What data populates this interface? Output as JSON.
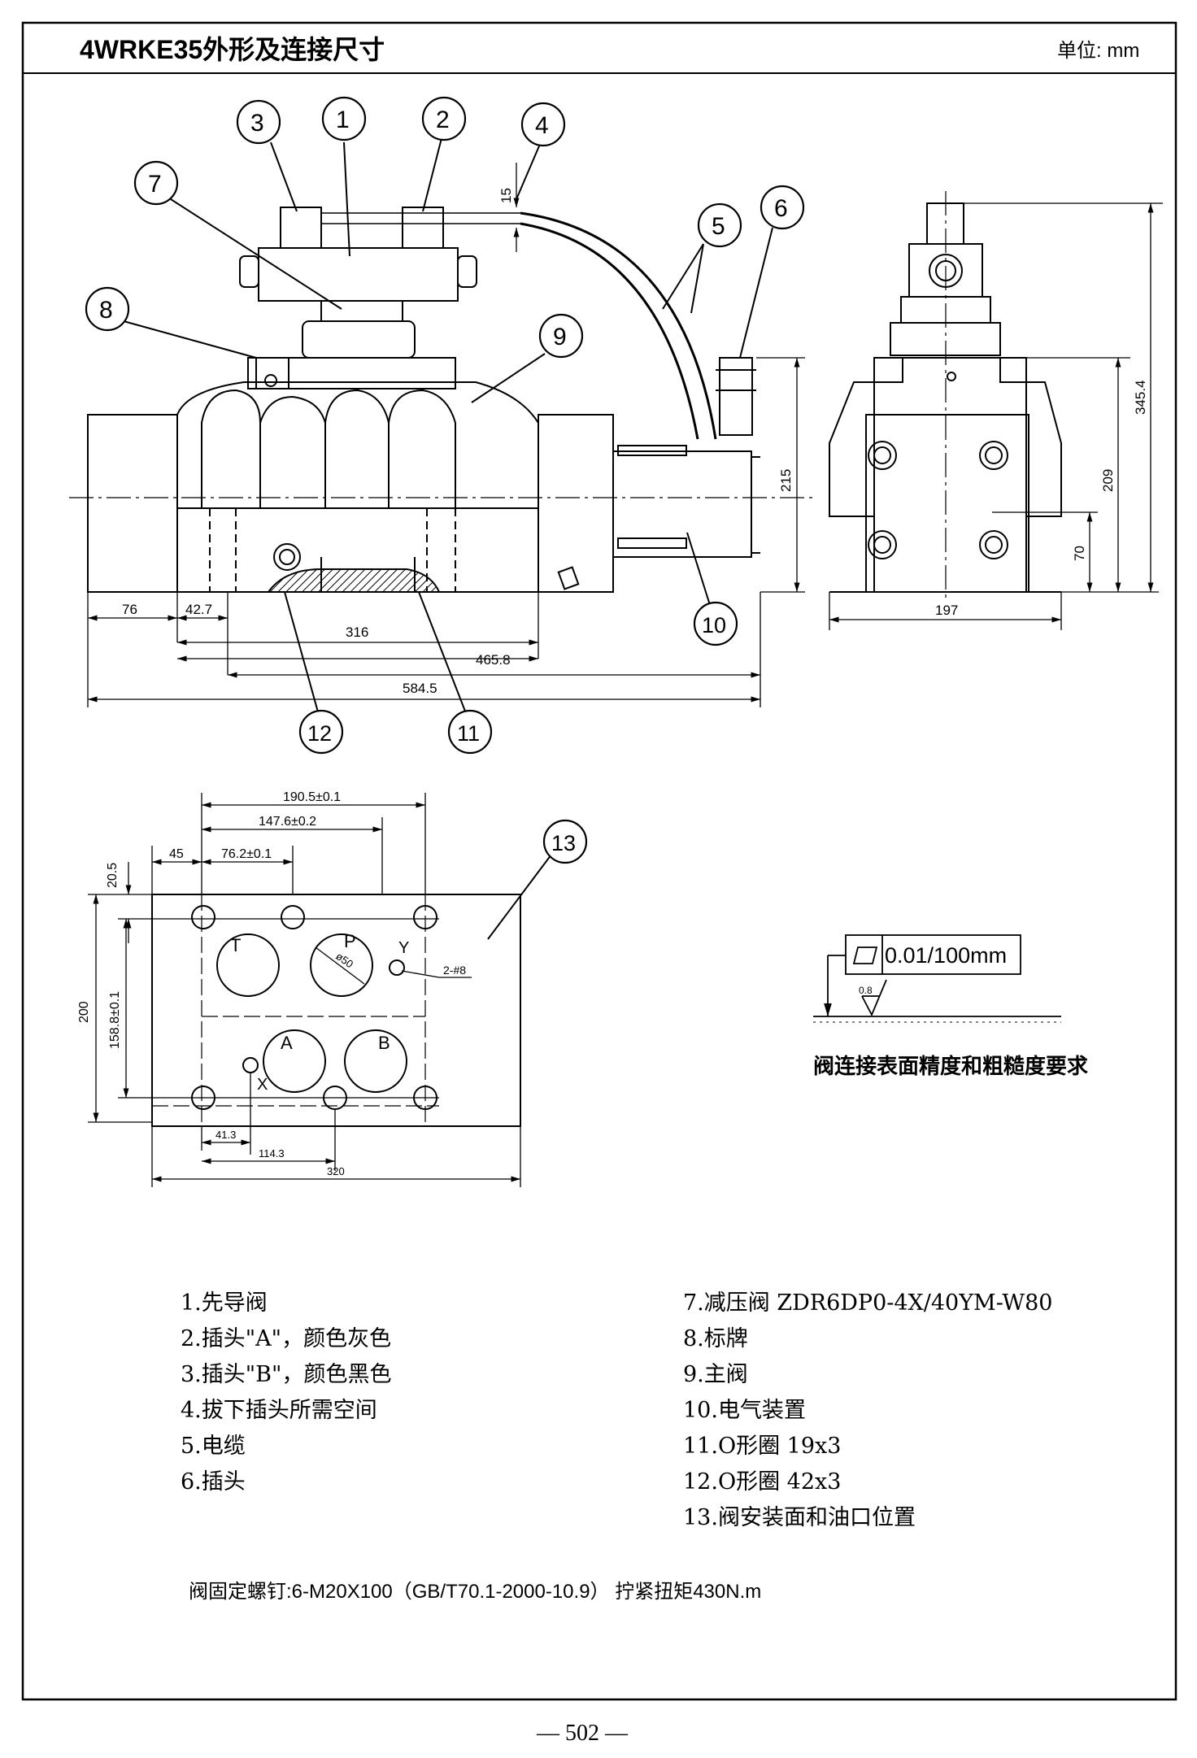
{
  "header": {
    "title": "4WRKE35外形及连接尺寸",
    "unit": "单位: mm"
  },
  "callouts": [
    "1",
    "2",
    "3",
    "4",
    "5",
    "6",
    "7",
    "8",
    "9",
    "10",
    "11",
    "12",
    "13"
  ],
  "dimensions": {
    "plug_clearance": "15",
    "d76": "76",
    "d42_7": "42.7",
    "d316": "316",
    "d465_8": "465.8",
    "d584_5": "584.5",
    "h215": "215",
    "w197": "197",
    "h70": "70",
    "h209": "209",
    "h345_4": "345.4",
    "d190_5": "190.5±0.1",
    "d147_6": "147.6±0.2",
    "d76_2": "76.2±0.1",
    "d45": "45",
    "d20_5": "20.5",
    "d200": "200",
    "d158_8": "158.8±0.1",
    "d41_3": "41.3",
    "d114_3": "114.3",
    "d320": "320",
    "hole_note": "2-#8",
    "port_dia": "ø50"
  },
  "ports": {
    "T": "T",
    "P": "P",
    "A": "A",
    "B": "B",
    "X": "X",
    "Y": "Y"
  },
  "surface_spec": {
    "tolerance": "0.01/100mm",
    "roughness": "0.8",
    "caption": "阀连接表面精度和粗糙度要求"
  },
  "legend_left": [
    "1.先导阀",
    "2.插头\"A\"，颜色灰色",
    "3.插头\"B\"，颜色黑色",
    "4.拔下插头所需空间",
    "5.电缆",
    "6.插头"
  ],
  "legend_right": [
    "7.减压阀 ZDR6DP0-4X/40YM-W80",
    "8.标牌",
    "9.主阀",
    "10.电气装置",
    "11.O形圈 19x3",
    "12.O形圈 42x3",
    "13.阀安装面和油口位置"
  ],
  "bolt_note": "阀固定螺钉:6-M20X100（GB/T70.1-2000-10.9） 拧紧扭矩430N.m",
  "page_number": "— 502 —"
}
